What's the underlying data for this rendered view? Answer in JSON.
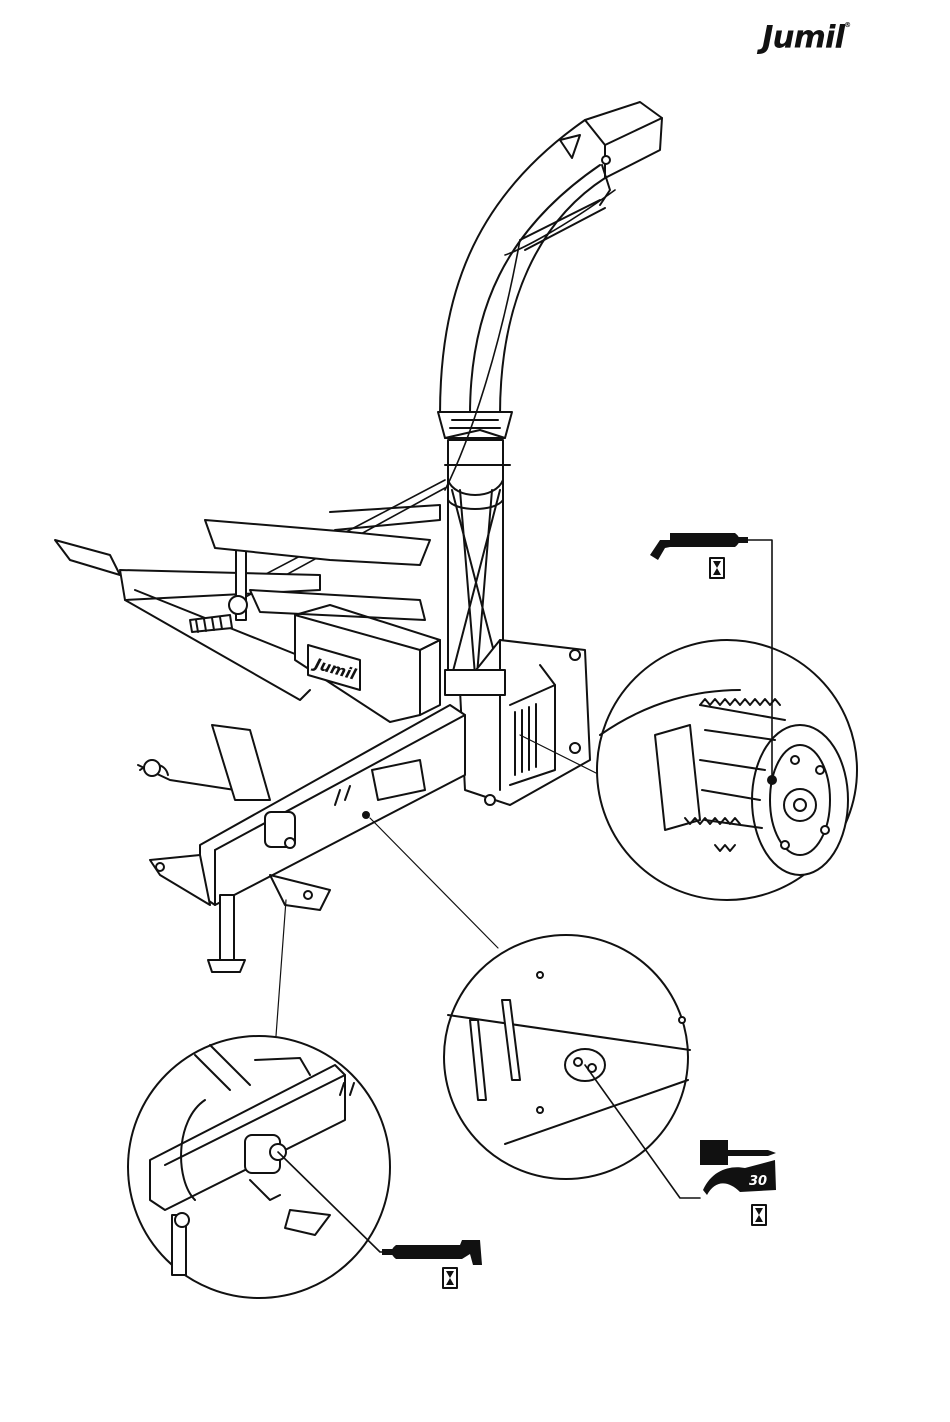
{
  "header": {
    "brand": "Jumil",
    "brand_mark": "®"
  },
  "machine_label": "Jumil",
  "callouts": {
    "rotor_detail": {
      "tool": "grease-gun",
      "interval_icon": "hourglass-icon"
    },
    "plate_detail": {
      "tools": [
        "brush",
        "oil-can"
      ],
      "oil_can_label": "30",
      "interval_icon": "hourglass-icon"
    },
    "jack_detail": {
      "tool": "grease-gun",
      "interval_icon": "hourglass-icon"
    }
  }
}
